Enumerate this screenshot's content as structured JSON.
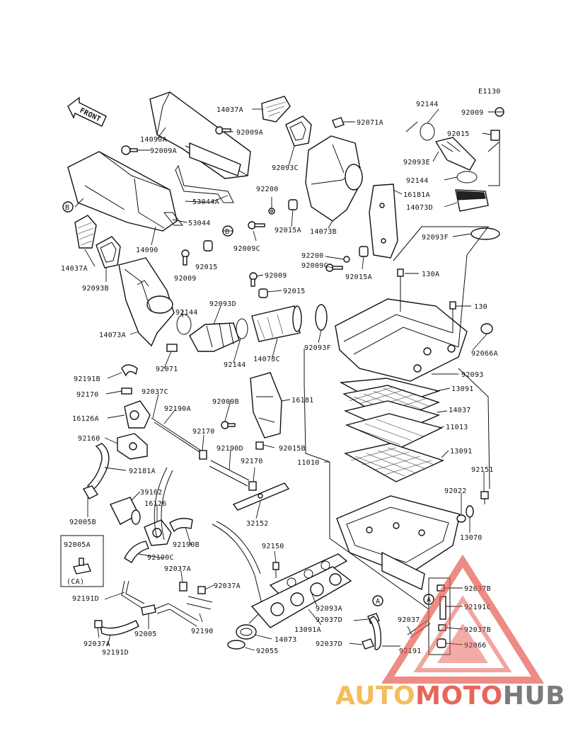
{
  "diagram_code": "E1130",
  "direction_label": "FRONT",
  "watermark": {
    "part1": "AUTO",
    "part2": "MOTO",
    "part3": "HUB",
    "color1": "#f2b64a",
    "color2": "#e4564a",
    "color3": "#6d6d6d"
  },
  "labels": {
    "l_14037A_top": "14037A",
    "l_14090A": "14090A",
    "l_92009A_top": "92009A",
    "l_92009A_left": "92009A",
    "l_53044A": "53044A",
    "l_53044": "53044",
    "l_14090": "14090",
    "l_14037A_left": "14037A",
    "l_92093B": "92093B",
    "l_B_1": "B",
    "l_B_2": "B",
    "l_92009_a": "92009",
    "l_92015_a": "92015",
    "l_92009C_a": "92009C",
    "l_92200_a": "92200",
    "l_92015A_a": "92015A",
    "l_92093C": "92093C",
    "l_92071A": "92071A",
    "l_14073B": "14073B",
    "l_16181A": "16181A",
    "l_14073D": "14073D",
    "l_92144_top": "92144",
    "l_92009_tr": "92009",
    "l_92015_tr": "92015",
    "l_92093E": "92093E",
    "l_92144_r": "92144",
    "l_92093F_r": "92093F",
    "l_92200_b": "92200",
    "l_92009C_b": "92009C",
    "l_92015A_b": "92015A",
    "l_92009_b": "92009",
    "l_92015_b": "92015",
    "l_130A": "130A",
    "l_130": "130",
    "l_92066A": "92066A",
    "l_14073A": "14073A",
    "l_92144_m": "92144",
    "l_92093D": "92093D",
    "l_92144_m2": "92144",
    "l_14073C": "14073C",
    "l_92093F_m": "92093F",
    "l_92071": "92071",
    "l_92093": "92093",
    "l_13091_a": "13091",
    "l_14037": "14037",
    "l_11013": "11013",
    "l_13091_b": "13091",
    "l_11010": "11010",
    "l_92191B": "92191B",
    "l_92170_a": "92170",
    "l_92037C": "92037C",
    "l_16126A": "16126A",
    "l_92190A": "92190A",
    "l_92009B": "92009B",
    "l_16181": "16181",
    "l_92160": "92160",
    "l_92170_b": "92170",
    "l_92190D": "92190D",
    "l_92015B": "92015B",
    "l_92170_c": "92170",
    "l_92181A": "92181A",
    "l_39162": "39162",
    "l_92005B": "92005B",
    "l_16126": "16126",
    "l_32152": "32152",
    "l_92151": "92151",
    "l_92022": "92022",
    "l_13070": "13070",
    "l_92005A": "92005A",
    "l_CA": "(CA)",
    "l_92190B": "92190B",
    "l_92190C": "92190C",
    "l_92150": "92150",
    "l_92037A_a": "92037A",
    "l_92037A_b": "92037A",
    "l_92191D_a": "92191D",
    "l_92093A": "92093A",
    "l_92037D_a": "92037D",
    "l_13091A": "13091A",
    "l_92037B_a": "92037B",
    "l_92191C": "92191C",
    "l_92037_r": "92037",
    "l_92037B_b": "92037B",
    "l_92066": "92066",
    "l_92005": "92005",
    "l_92190": "92190",
    "l_14073": "14073",
    "l_92037D_b": "92037D",
    "l_92191": "92191",
    "l_92037A_c": "92037A",
    "l_92191D_b": "92191D",
    "l_92055": "92055",
    "l_A_1": "A",
    "l_A_2": "A"
  }
}
